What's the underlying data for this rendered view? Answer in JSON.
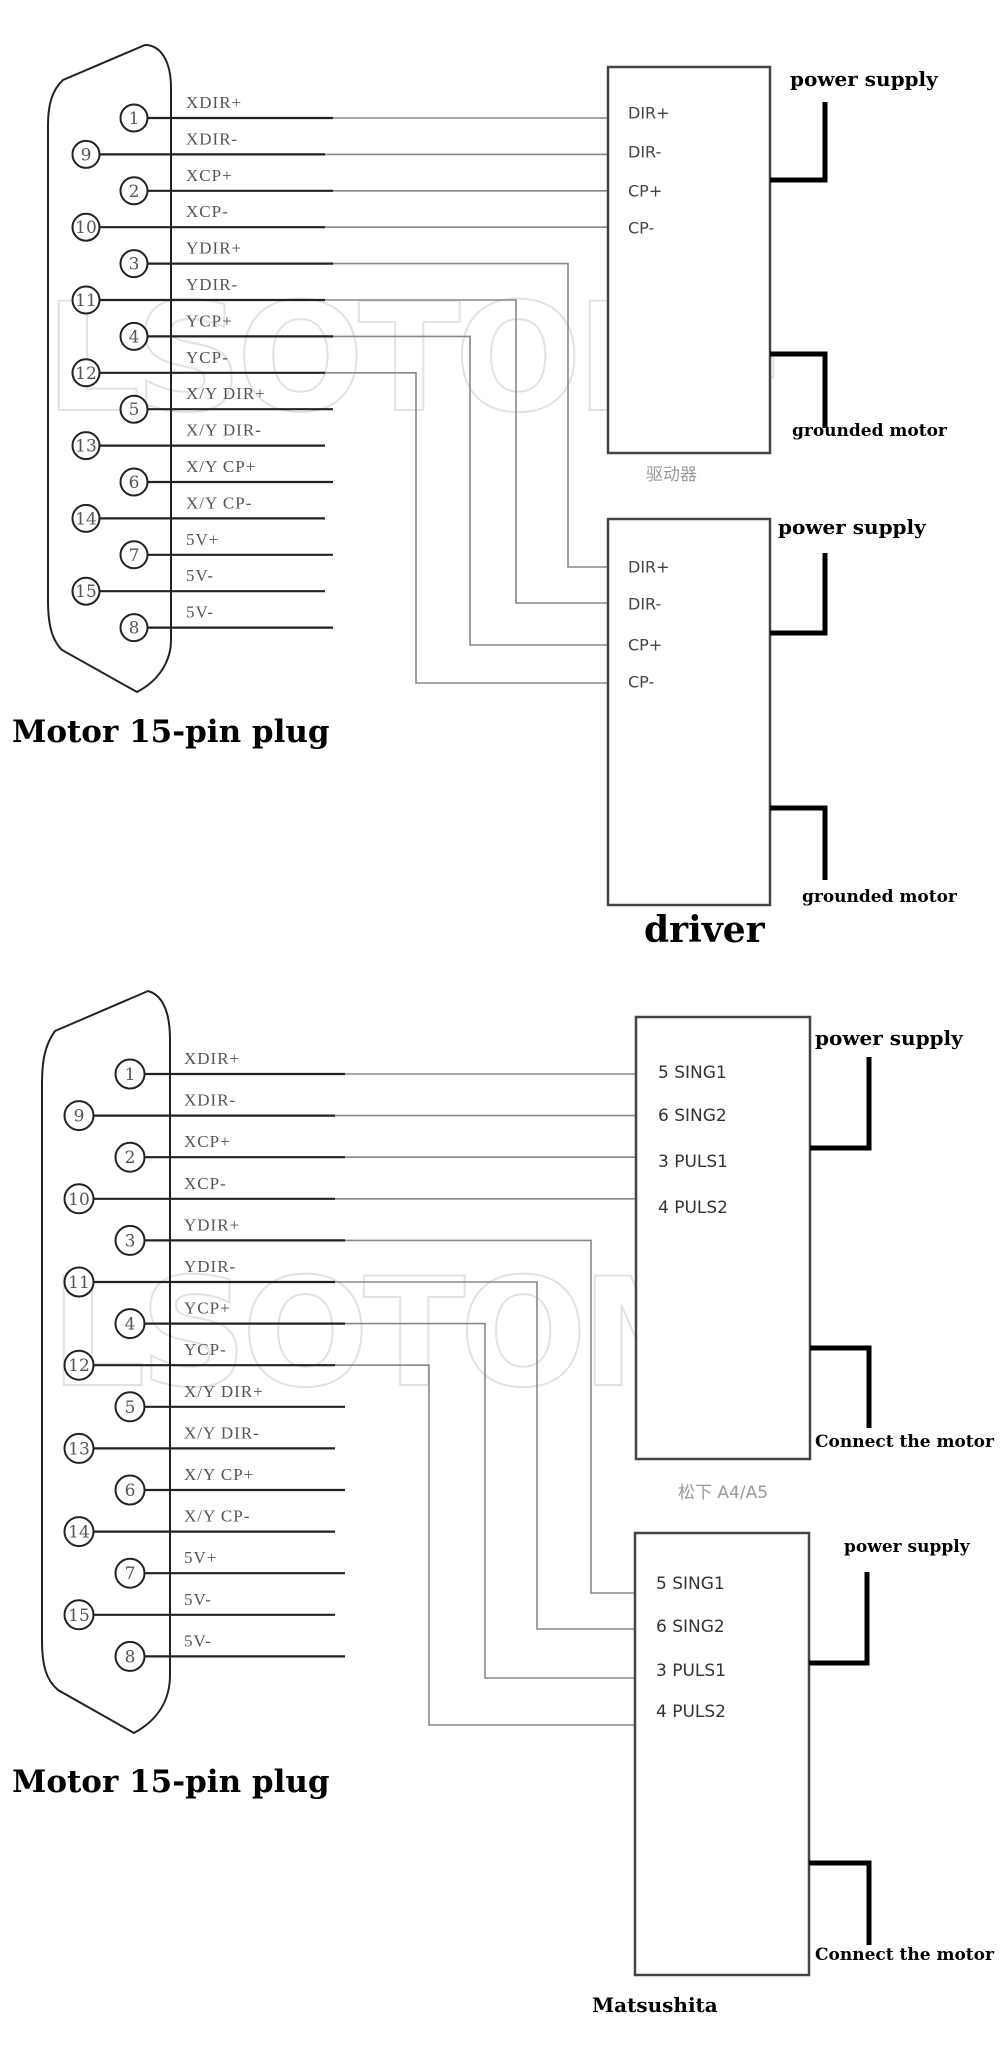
{
  "watermark": "LSOTOM-",
  "connector_pins": [
    {
      "pin": "1",
      "signal": "XDIR+"
    },
    {
      "pin": "9",
      "signal": "XDIR-"
    },
    {
      "pin": "2",
      "signal": "XCP+"
    },
    {
      "pin": "10",
      "signal": "XCP-"
    },
    {
      "pin": "3",
      "signal": "YDIR+"
    },
    {
      "pin": "11",
      "signal": "YDIR-"
    },
    {
      "pin": "4",
      "signal": "YCP+"
    },
    {
      "pin": "12",
      "signal": "YCP-"
    },
    {
      "pin": "5",
      "signal": "X/Y DIR+"
    },
    {
      "pin": "13",
      "signal": "X/Y DIR-"
    },
    {
      "pin": "6",
      "signal": "X/Y CP+"
    },
    {
      "pin": "14",
      "signal": "X/Y CP-"
    },
    {
      "pin": "7",
      "signal": "5V+"
    },
    {
      "pin": "15",
      "signal": "5V-"
    },
    {
      "pin": "8",
      "signal": "5V-"
    }
  ],
  "diagram1": {
    "connector_title": "Motor 15-pin plug",
    "driver_title": "driver",
    "driver_a": {
      "terminals": [
        "DIR+",
        "DIR-",
        "CP+",
        "CP-"
      ],
      "caption": "驱动器",
      "power_label": "power supply",
      "motor_label": "grounded motor"
    },
    "driver_b": {
      "terminals": [
        "DIR+",
        "DIR-",
        "CP+",
        "CP-"
      ],
      "power_label": "power supply",
      "motor_label": "grounded motor"
    }
  },
  "diagram2": {
    "connector_title": "Motor 15-pin plug",
    "driver_a": {
      "terminals": [
        "5 SING1",
        "6 SING2",
        "3 PULS1",
        "4 PULS2"
      ],
      "caption": "松下 A4/A5",
      "power_label": "power supply",
      "motor_label": "Connect the motor"
    },
    "driver_b": {
      "terminals": [
        "5 SING1",
        "6 SING2",
        "3 PULS1",
        "4 PULS2"
      ],
      "caption": "Matsushita",
      "power_label": "power supply",
      "motor_label": "Connect the motor"
    }
  }
}
